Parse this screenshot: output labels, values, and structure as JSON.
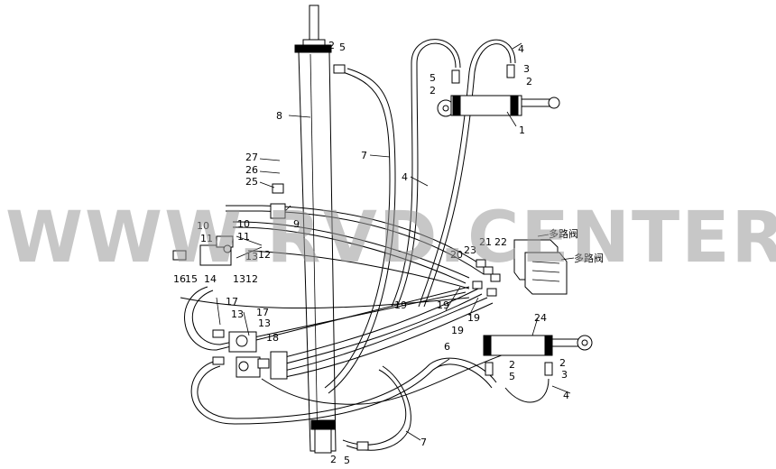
{
  "watermark": "WWW.RVD.CENTER",
  "valve_label_1": "多路阀",
  "valve_label_2": "多路阀",
  "callouts": [
    {
      "id": "c-2-top",
      "text": "2"
    },
    {
      "id": "c-5-top",
      "text": "5"
    },
    {
      "id": "c-4-top",
      "text": "4"
    },
    {
      "id": "c-5-r",
      "text": "5"
    },
    {
      "id": "c-3-r",
      "text": "3"
    },
    {
      "id": "c-2-r1",
      "text": "2"
    },
    {
      "id": "c-2-r2",
      "text": "2"
    },
    {
      "id": "c-1",
      "text": "1"
    },
    {
      "id": "c-8",
      "text": "8"
    },
    {
      "id": "c-7-mid",
      "text": "7"
    },
    {
      "id": "c-4-mid",
      "text": "4"
    },
    {
      "id": "c-27",
      "text": "27"
    },
    {
      "id": "c-26",
      "text": "26"
    },
    {
      "id": "c-25",
      "text": "25"
    },
    {
      "id": "c-9",
      "text": "9"
    },
    {
      "id": "c-10a",
      "text": "10"
    },
    {
      "id": "c-10b",
      "text": "10"
    },
    {
      "id": "c-11a",
      "text": "11"
    },
    {
      "id": "c-11b",
      "text": "11"
    },
    {
      "id": "c-13a",
      "text": "13"
    },
    {
      "id": "c-12a",
      "text": "12"
    },
    {
      "id": "c-16",
      "text": "16"
    },
    {
      "id": "c-15",
      "text": "15"
    },
    {
      "id": "c-14",
      "text": "14"
    },
    {
      "id": "c-13b",
      "text": "13"
    },
    {
      "id": "c-12b",
      "text": "12"
    },
    {
      "id": "c-21",
      "text": "21"
    },
    {
      "id": "c-22",
      "text": "22"
    },
    {
      "id": "c-20",
      "text": "20"
    },
    {
      "id": "c-23",
      "text": "23"
    },
    {
      "id": "c-19a",
      "text": "19"
    },
    {
      "id": "c-19b",
      "text": "19"
    },
    {
      "id": "c-19c",
      "text": "19"
    },
    {
      "id": "c-19d",
      "text": "19"
    },
    {
      "id": "c-17a",
      "text": "17"
    },
    {
      "id": "c-13c",
      "text": "13"
    },
    {
      "id": "c-17b",
      "text": "17"
    },
    {
      "id": "c-13d",
      "text": "13"
    },
    {
      "id": "c-18",
      "text": "18"
    },
    {
      "id": "c-24",
      "text": "24"
    },
    {
      "id": "c-6",
      "text": "6"
    },
    {
      "id": "c-2-lr",
      "text": "2"
    },
    {
      "id": "c-5-lr",
      "text": "5"
    },
    {
      "id": "c-2-rr",
      "text": "2"
    },
    {
      "id": "c-3-rr",
      "text": "3"
    },
    {
      "id": "c-4-rr",
      "text": "4"
    },
    {
      "id": "c-7-bot",
      "text": "7"
    },
    {
      "id": "c-2-bot",
      "text": "2"
    },
    {
      "id": "c-5-bot",
      "text": "5"
    }
  ]
}
